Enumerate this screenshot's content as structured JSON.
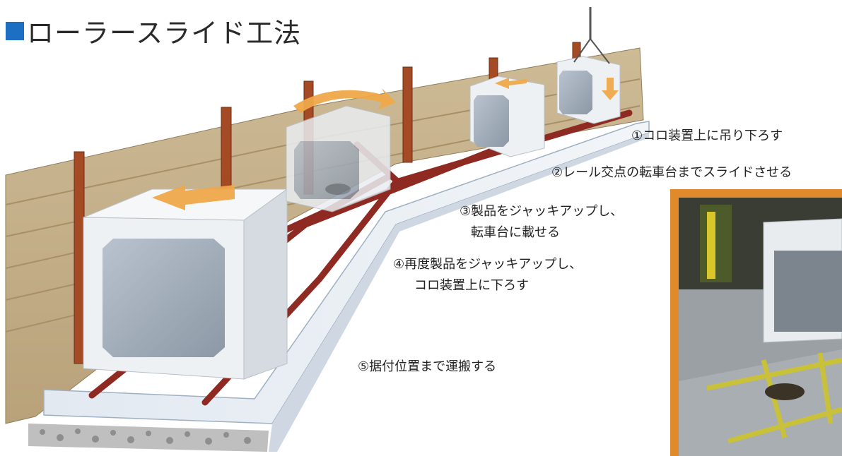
{
  "title": "ローラースライド工法",
  "steps": [
    {
      "id": "step1",
      "lines": [
        "①コロ装置上に吊り下ろす"
      ]
    },
    {
      "id": "step2",
      "lines": [
        "②レール交点の転車台までスライドさせる"
      ]
    },
    {
      "id": "step3",
      "lines": [
        "③製品をジャッキアップし、",
        "転車台に載せる"
      ]
    },
    {
      "id": "step4",
      "lines": [
        "④再度製品をジャッキアップし、",
        "コロ装置上に下ろす"
      ]
    },
    {
      "id": "step5",
      "lines": [
        "⑤据付位置まで運搬する"
      ]
    }
  ],
  "colors": {
    "title_square": "#1d6fc4",
    "wall": "#c8b48c",
    "posts": "#a44a24",
    "rails": "#8f2a22",
    "slab": "#e6edf4",
    "box_culvert": "#f1f3f4",
    "arrows": "#efa84a",
    "photo_frame": "#e08a2c"
  }
}
